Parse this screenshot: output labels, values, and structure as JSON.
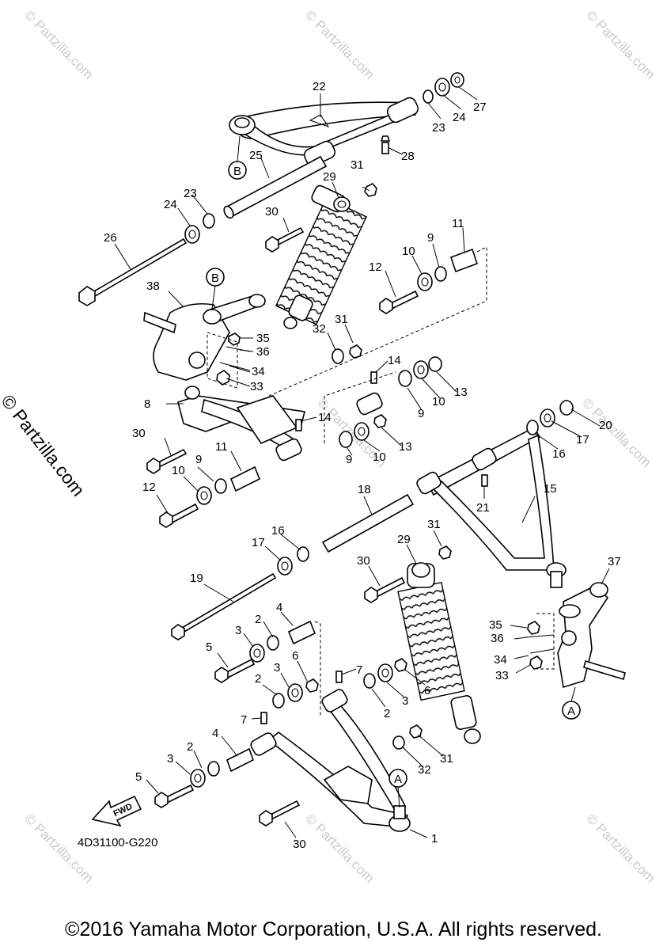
{
  "drawing_code": "4D31100-G220",
  "copyright": "©2016 Yamaha Motor Corporation, U.S.A. All rights reserved.",
  "watermark": "© Partzilla.com",
  "fwd_label": "FWD",
  "ref_markers": {
    "a": "A",
    "b": "B"
  },
  "callouts": [
    "1",
    "2",
    "3",
    "4",
    "5",
    "6",
    "7",
    "8",
    "9",
    "10",
    "11",
    "12",
    "13",
    "14",
    "15",
    "16",
    "17",
    "18",
    "19",
    "20",
    "21",
    "22",
    "23",
    "24",
    "25",
    "26",
    "27",
    "28",
    "29",
    "30",
    "31",
    "32",
    "33",
    "34",
    "35",
    "36",
    "37",
    "38"
  ]
}
